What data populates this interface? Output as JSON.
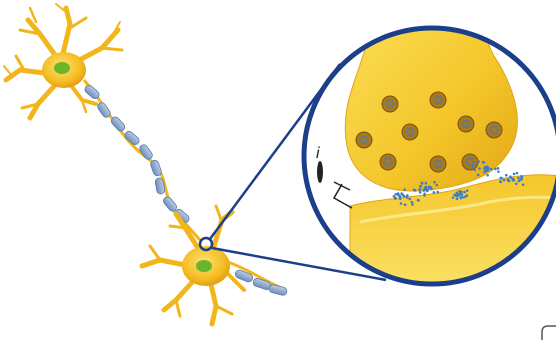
{
  "diagram": {
    "synapse_label": "i",
    "colors": {
      "neuron_body": "#f2b51c",
      "neuron_highlight": "#ffe271",
      "nucleus": "#6ab52c",
      "myelin": "#8ba7c9",
      "magnifier_ring": "#1b3f8a",
      "vesicle": "#b88a2a",
      "neurotransmitter": "#3f7ec2",
      "terminal_fill": "#f7d23a"
    },
    "icons": [
      "presynaptic-neuron",
      "postsynaptic-neuron",
      "magnifier-lens",
      "synaptic-vesicle",
      "neurotransmitter-dots"
    ]
  }
}
